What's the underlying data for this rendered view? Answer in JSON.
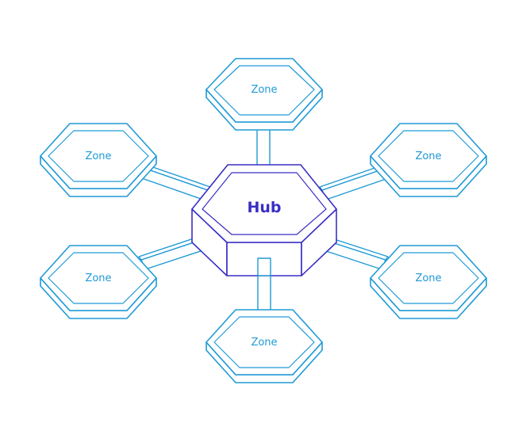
{
  "diagram": {
    "hub": {
      "label": "Hub"
    },
    "zones": [
      {
        "label": "Zone"
      },
      {
        "label": "Zone"
      },
      {
        "label": "Zone"
      },
      {
        "label": "Zone"
      },
      {
        "label": "Zone"
      },
      {
        "label": "Zone"
      }
    ],
    "colors": {
      "zone": "#1e9ad6",
      "hub": "#3a2fc4",
      "background": "#ffffff"
    }
  }
}
